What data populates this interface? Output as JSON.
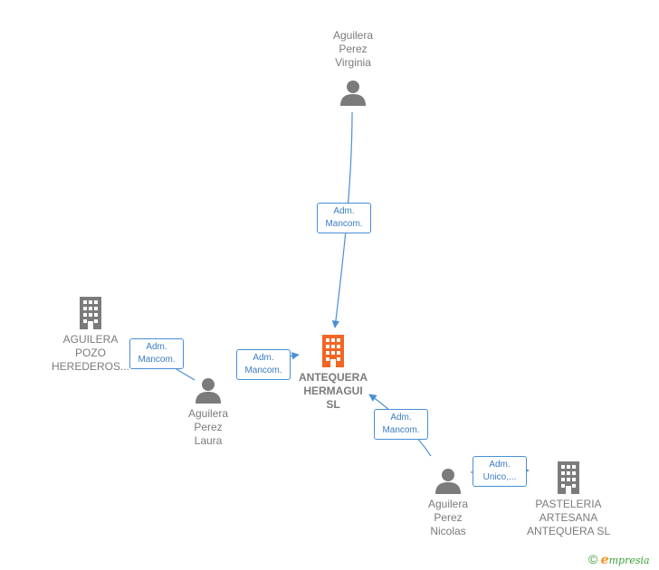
{
  "nodes": {
    "virginia": {
      "lines": [
        "Aguilera",
        "Perez",
        "Virginia"
      ],
      "kind": "person"
    },
    "laura": {
      "lines": [
        "Aguilera",
        "Perez",
        "Laura"
      ],
      "kind": "person"
    },
    "nicolas": {
      "lines": [
        "Aguilera",
        "Perez",
        "Nicolas"
      ],
      "kind": "person"
    },
    "herederos": {
      "lines": [
        "AGUILERA",
        "POZO",
        "HEREDEROS..."
      ],
      "kind": "company"
    },
    "antequera": {
      "lines": [
        "ANTEQUERA",
        "HERMAGUI",
        "SL"
      ],
      "kind": "company-main"
    },
    "pasteleria": {
      "lines": [
        "PASTELERIA",
        "ARTESANA",
        "ANTEQUERA SL"
      ],
      "kind": "company"
    }
  },
  "edges": {
    "e1": [
      "Adm.",
      "Mancom."
    ],
    "e2": [
      "Adm.",
      "Mancom."
    ],
    "e3": [
      "Adm.",
      "Mancom."
    ],
    "e4": [
      "Adm.",
      "Mancom."
    ],
    "e5": [
      "Adm.",
      "Unico,..."
    ]
  },
  "colors": {
    "edge": "#4a8fd4",
    "person_icon": "#7b7b7b",
    "company_icon": "#7b7b7b",
    "main_company_icon": "#f26522"
  },
  "footer": {
    "copyright": "©",
    "brand_initial": "e",
    "brand_rest": "mpresia"
  }
}
